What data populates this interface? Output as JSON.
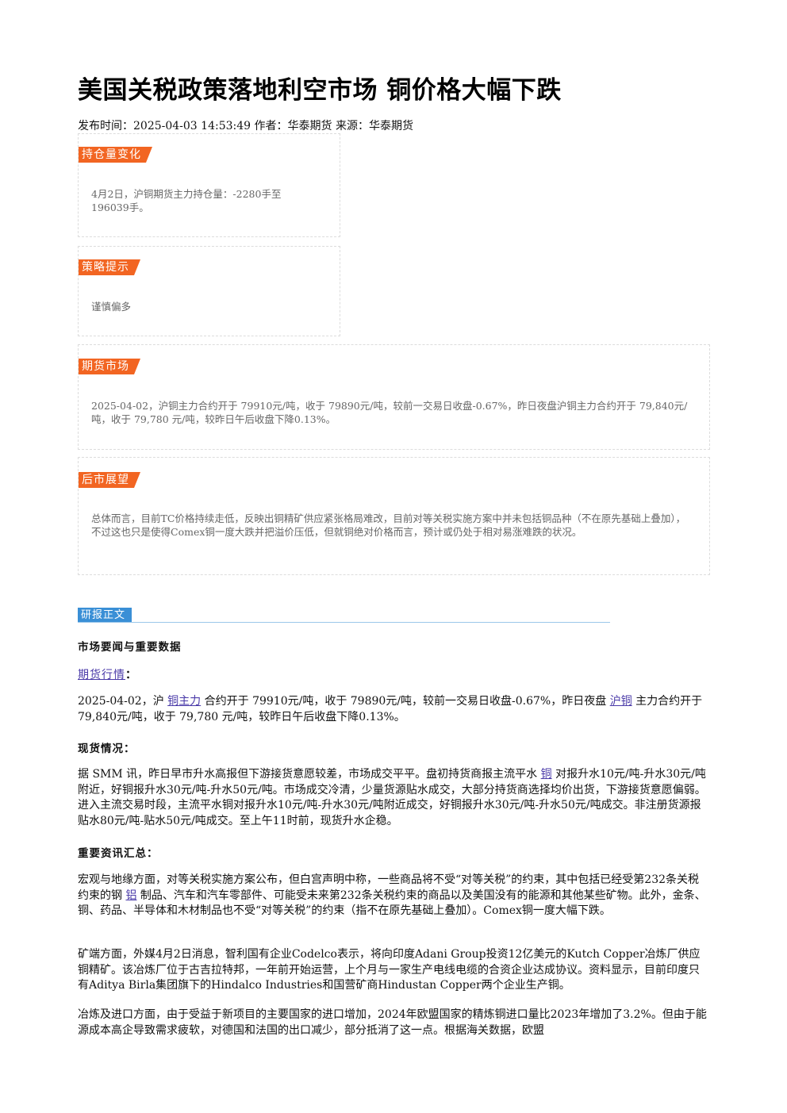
{
  "title": "美国关税政策落地利空市场 铜价格大幅下跌",
  "meta": "发布时间：2025-04-03 14:53:49 作者：华泰期货 来源：华泰期货",
  "boxes": {
    "position": {
      "tag": "持仓量变化",
      "text": "4月2日，沪铜期货主力持仓量：-2280手至196039手。"
    },
    "strategy": {
      "tag": "策略提示",
      "text": "谨慎偏多"
    },
    "futures": {
      "tag": "期货市场",
      "text": "2025-04-02，沪铜主力合约开于 79910元/吨，收于 79890元/吨，较前一交易日收盘-0.67%，昨日夜盘沪铜主力合约开于 79,840元/吨，收于 79,780 元/吨，较昨日午后收盘下降0.13%。"
    },
    "outlook": {
      "tag": "后市展望",
      "text": "总体而言，目前TC价格持续走低，反映出铜精矿供应紧张格局难改，目前对等关税实施方案中并未包括铜品种（不在原先基础上叠加），不过这也只是使得Comex铜一度大跌并把溢价压低，但就铜绝对价格而言，预计或仍处于相对易涨难跌的状况。"
    }
  },
  "report": {
    "section_tag": "研报正文",
    "heading_market": "市场要闻与重要数据",
    "futures_link": "期货行情",
    "futures_colon": "：",
    "futures_p": {
      "a": "2025-04-02，沪",
      "link1": "铜主力",
      "b": "合约开于 79910元/吨，收于 79890元/吨，较前一交易日收盘-0.67%，昨日夜盘",
      "link2": "沪铜",
      "c": "主力合约开于 79,840元/吨，收于 79,780 元/吨，较昨日午后收盘下降0.13%。"
    },
    "heading_spot": "现货情况：",
    "spot_p": {
      "a": "据 SMM 讯，昨日早市升水高报但下游接货意愿较差，市场成交平平。盘初持货商报主流平水",
      "link": "铜",
      "b": "对报升水10元/吨-升水30元/吨附近，好铜报升水30元/吨-升水50元/吨。市场成交冷清，少量货源贴水成交，大部分持货商选择均价出货，下游接货意愿偏弱。进入主流交易时段，主流平水铜对报升水10元/吨-升水30元/吨附近成交，好铜报升水30元/吨-升水50元/吨成交。非注册货源报贴水80元/吨-贴水50元/吨成交。至上午11时前，现货升水企稳。"
    },
    "heading_news": "重要资讯汇总：",
    "news_p1": {
      "a": "宏观与地缘方面，对等关税实施方案公布，但白宫声明中称，一些商品将不受“对等关税”的约束，其中包括已经受第232条关税约束的钢",
      "link": "铝",
      "b": "制品、汽车和汽车零部件、可能受未来第232条关税约束的商品以及美国没有的能源和其他某些矿物。此外，金条、铜、药品、半导体和木材制品也不受“对等关税”的约束（指不在原先基础上叠加）。Comex铜一度大幅下跌。"
    },
    "news_p2": "矿端方面，外媒4月2日消息，智利国有企业Codelco表示，将向印度Adani Group投资12亿美元的Kutch Copper冶炼厂供应铜精矿。该冶炼厂位于古吉拉特邦，一年前开始运营，上个月与一家生产电线电缆的合资企业达成协议。资料显示，目前印度只有Aditya Birla集团旗下的Hindalco Industries和国营矿商Hindustan Copper两个企业生产铜。",
    "news_p3": "冶炼及进口方面，由于受益于新项目的主要国家的进口增加，2024年欧盟国家的精炼铜进口量比2023年增加了3.2%。但由于能源成本高企导致需求疲软，对德国和法国的出口减少，部分抵消了这一点。根据海关数据，欧盟"
  },
  "colors": {
    "tag_orange": "#f26522",
    "tag_blue": "#3a8fd6",
    "link": "#4a3aa8"
  }
}
